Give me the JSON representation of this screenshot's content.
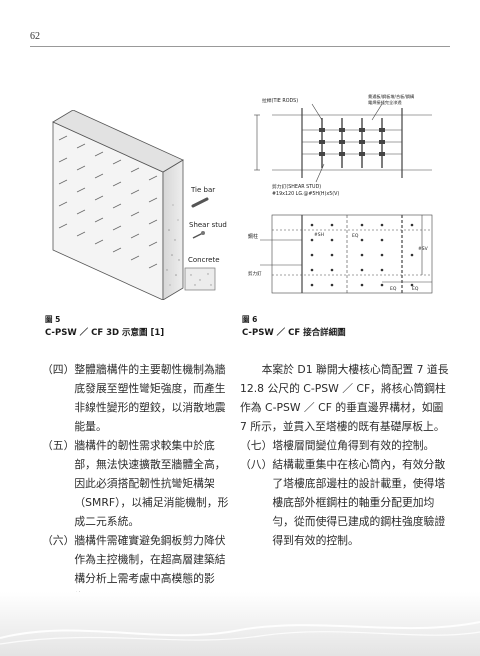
{
  "page_number": "62",
  "figure5": {
    "label": "圖 5",
    "caption": "C-PSW ／ CF 3D 示意圖 [1]",
    "labels": {
      "tie_bar": "Tie bar",
      "shear_stud": "Shear stud",
      "concrete": "Concrete"
    }
  },
  "figure6": {
    "label": "圖 6",
    "caption": "C-PSW ／ CF 接合詳細圖",
    "annotations": {
      "tie_rods": "拉桿(TIE RODS)",
      "top_note_1": "貫通板/鋼板墩/合板/鋼構",
      "top_note_2": "電焊接縫完全滲透",
      "shear_stud": "剪力釘(SHEAR STUD)",
      "stud_spec": "#19x120 LG.@#5H(H)x5(V)",
      "steel_column": "鋼柱",
      "spacing_h": "#SH",
      "spacing_v": "#SV",
      "eq": "EQ",
      "side_note": "剪力釘"
    }
  },
  "left_items": [
    {
      "mark": "（四）",
      "text": "整體牆構件的主要韌性機制為牆底發展至塑性彎矩強度，而產生非線性變形的塑鉸，以消散地震能量。"
    },
    {
      "mark": "（五）",
      "text": "牆構件的韌性需求較集中於底部，無法快速擴散至牆體全高，因此必須搭配韌性抗彎矩構架（SMRF），以補足消能機制，形成二元系統。"
    },
    {
      "mark": "（六）",
      "text": "牆構件需確實避免鋼板剪力降伏作為主控機制，在超高層建築結構分析上需考慮中高模態的影響。"
    }
  ],
  "right_paragraph": "本案於 D1 聯開大樓核心筒配置 7 道長 12.8 公尺的 C-PSW ／ CF，將核心筒鋼柱作為 C-PSW ／ CF 的垂直邊界構材，如圖 7 所示，並貫入至塔樓的既有基礎厚板上。",
  "right_items": [
    {
      "mark": "（七）",
      "text": "塔樓層間變位角得到有效的控制。"
    },
    {
      "mark": "（八）",
      "text": "結構載重集中在核心筒內，有效分散了塔樓底部邊柱的設計載重，使得塔樓底部外框鋼柱的軸重分配更加均勻，從而使得已建成的鋼柱強度驗證得到有效的控制。"
    }
  ]
}
